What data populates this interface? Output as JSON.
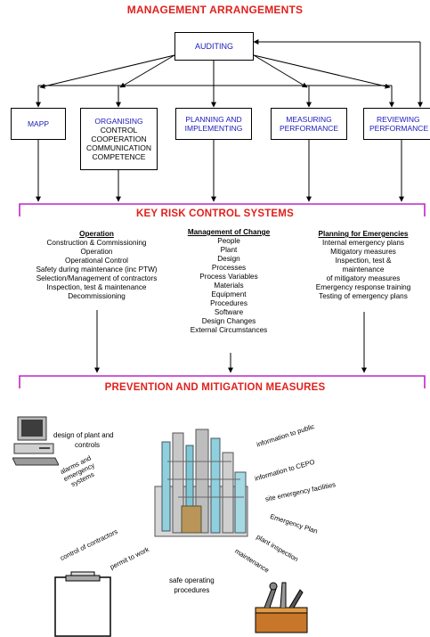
{
  "title": "MANAGEMENT ARRANGEMENTS",
  "auditing": "AUDITING",
  "boxes": {
    "mapp": "MAPP",
    "organising": {
      "l1": "ORGANISING",
      "l2": "CONTROL",
      "l3": "COOPERATION",
      "l4": "COMMUNICATION",
      "l5": "COMPETENCE"
    },
    "planning": {
      "l1": "PLANNING AND",
      "l2": "IMPLEMENTING"
    },
    "measuring": {
      "l1": "MEASURING",
      "l2": "PERFORMANCE"
    },
    "reviewing": {
      "l1": "REVIEWING",
      "l2": "PERFORMANCE"
    }
  },
  "krcs_title": "KEY RISK CONTROL SYSTEMS",
  "operation": {
    "heading": "Operation",
    "items": [
      "Construction & Commissioning",
      "Operation",
      "Operational Control",
      "Safety during maintenance (inc PTW)",
      "Selection/Management of contractors",
      "Inspection, test & maintenance",
      "Decommissioning"
    ]
  },
  "change": {
    "heading": "Management of Change",
    "items": [
      "People",
      "Plant",
      "Design",
      "Processes",
      "Process Variables",
      "Materials",
      "Equipment",
      "Procedures",
      "Software",
      "Design Changes",
      "External Circumstances"
    ]
  },
  "emergencies": {
    "heading": "Planning for Emergencies",
    "items": [
      "Internal emergency plans",
      "Mitigatory measures",
      "Inspection, test &",
      "maintenance",
      "of mitigatory measures",
      "Emergency response training",
      "Testing of emergency plans"
    ]
  },
  "pmm_title": "PREVENTION AND MITIGATION MEASURES",
  "measures": {
    "design": {
      "l1": "design of plant and",
      "l2": "controls"
    },
    "alarms": {
      "l1": "alarms and",
      "l2": "emergency",
      "l3": "systems"
    },
    "contractors": "control of contractors",
    "permit": "permit to work",
    "sop": {
      "l1": "safe operating",
      "l2": "procedures"
    },
    "info_public": "information to public",
    "info_cepo": "information to CEPO",
    "site_emergency": "site emergency facilities",
    "emergency_plan": "Emergency Plan",
    "plant_inspection": "plant inspection",
    "maintenance": "maintenance"
  },
  "colors": {
    "title_red": "#e0211d",
    "box_text_blue": "#1a1ab8",
    "bar_magenta": "#c026c8"
  }
}
